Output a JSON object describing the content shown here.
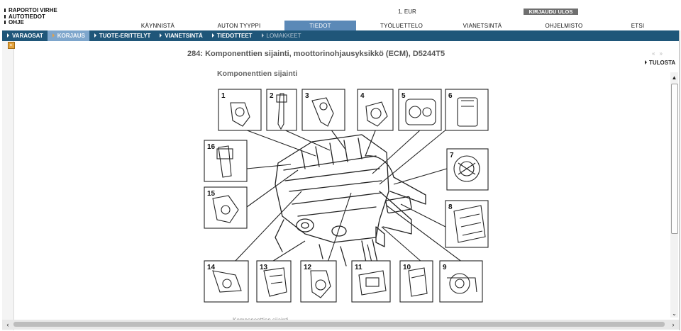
{
  "header": {
    "links": [
      "RAPORTOI VIRHE",
      "AUTOTIEDOT",
      "OHJE"
    ],
    "currency": "1, EUR",
    "logout_label": "KIRJAUDU ULOS"
  },
  "main_tabs": [
    {
      "label": "KÄYNNISTÄ",
      "active": false
    },
    {
      "label": "AUTON TYYPPI",
      "active": false
    },
    {
      "label": "TIEDOT",
      "active": true
    },
    {
      "label": "TYÖLUETTELO",
      "active": false
    },
    {
      "label": "VIANETSINTÄ",
      "active": false
    },
    {
      "label": "OHJELMISTO",
      "active": false
    },
    {
      "label": "ETSI",
      "active": false
    }
  ],
  "sub_nav": [
    {
      "label": "VARAOSAT",
      "state": "normal"
    },
    {
      "label": "KORJAUS",
      "state": "active"
    },
    {
      "label": "TUOTE-ERITTELYT",
      "state": "normal"
    },
    {
      "label": "VIANETSINTÄ",
      "state": "normal"
    },
    {
      "label": "TIEDOTTEET",
      "state": "normal"
    },
    {
      "label": "LOMAKKEET",
      "state": "disabled"
    }
  ],
  "content": {
    "document_title": "284: Komponenttien sijainti, moottorinohjausyksikkö (ECM), D5244T5",
    "section_title": "Komponenttien sijainti",
    "print_label": "TULOSTA",
    "figure_caption": "Komponenttien sijainti",
    "figure_labels": [
      "1",
      "2",
      "3",
      "4",
      "5",
      "6",
      "7",
      "8",
      "9",
      "10",
      "11",
      "12",
      "13",
      "14",
      "15",
      "16"
    ]
  },
  "icons": {
    "prev": "double-chevron-left-icon",
    "next": "double-chevron-right-icon",
    "scroll_up": "chevron-up-icon",
    "scroll_down": "chevron-down-icon",
    "scroll_left": "chevron-left-icon",
    "scroll_right": "chevron-right-icon"
  },
  "colors": {
    "nav_dark": "#1f5679",
    "nav_active": "#7ea6cc",
    "tab_active": "#5b89b7",
    "accent_orange": "#e8a040"
  }
}
